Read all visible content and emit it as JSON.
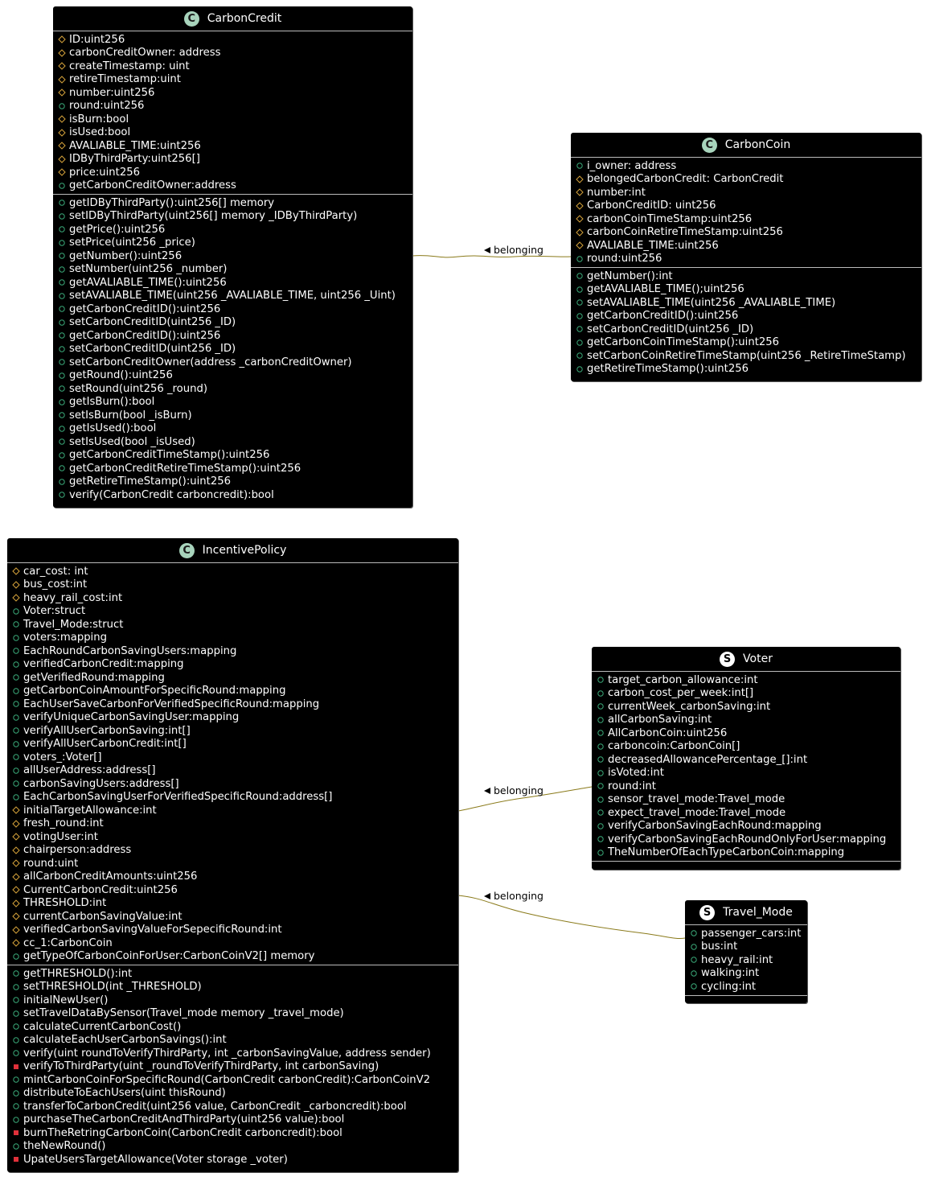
{
  "relation_label": "belonging",
  "classes": {
    "carbon_credit": {
      "name": "CarbonCredit",
      "stereotype": "C",
      "fields": [
        {
          "v": "protected",
          "t": "ID:uint256"
        },
        {
          "v": "protected",
          "t": "carbonCreditOwner: address"
        },
        {
          "v": "protected",
          "t": "createTimestamp: uint"
        },
        {
          "v": "protected",
          "t": "retireTimestamp:uint"
        },
        {
          "v": "protected",
          "t": "number:uint256"
        },
        {
          "v": "public",
          "t": "round:uint256"
        },
        {
          "v": "protected",
          "t": "isBurn:bool"
        },
        {
          "v": "protected",
          "t": "isUsed:bool"
        },
        {
          "v": "protected",
          "t": "AVALIABLE_TIME:uint256"
        },
        {
          "v": "protected",
          "t": "IDByThirdParty:uint256[]"
        },
        {
          "v": "protected",
          "t": "price:uint256"
        },
        {
          "v": "public",
          "t": "getCarbonCreditOwner:address"
        }
      ],
      "methods": [
        {
          "v": "public",
          "t": "getIDByThirdParty():uint256[] memory"
        },
        {
          "v": "public",
          "t": "setIDByThirdParty(uint256[] memory _IDByThirdParty)"
        },
        {
          "v": "public",
          "t": "getPrice():uint256"
        },
        {
          "v": "public",
          "t": "setPrice(uint256 _price)"
        },
        {
          "v": "public",
          "t": "getNumber():uint256"
        },
        {
          "v": "public",
          "t": "setNumber(uint256 _number)"
        },
        {
          "v": "public",
          "t": "getAVALIABLE_TIME():uint256"
        },
        {
          "v": "public",
          "t": "setAVALIABLE_TIME(uint256 _AVALIABLE_TIME, uint256 _Uint)"
        },
        {
          "v": "public",
          "t": "getCarbonCreditID():uint256"
        },
        {
          "v": "public",
          "t": "setCarbonCreditID(uint256 _ID)"
        },
        {
          "v": "public",
          "t": "getCarbonCreditID():uint256"
        },
        {
          "v": "public",
          "t": "setCarbonCreditID(uint256 _ID)"
        },
        {
          "v": "public",
          "t": "setCarbonCreditOwner(address _carbonCreditOwner)"
        },
        {
          "v": "public",
          "t": "getRound():uint256"
        },
        {
          "v": "public",
          "t": "setRound(uint256 _round)"
        },
        {
          "v": "public",
          "t": "getIsBurn():bool"
        },
        {
          "v": "public",
          "t": "setIsBurn(bool _isBurn)"
        },
        {
          "v": "public",
          "t": "getIsUsed():bool"
        },
        {
          "v": "public",
          "t": "setIsUsed(bool _isUsed)"
        },
        {
          "v": "public",
          "t": "getCarbonCreditTimeStamp():uint256"
        },
        {
          "v": "public",
          "t": "getCarbonCreditRetireTimeStamp():uint256"
        },
        {
          "v": "public",
          "t": "getRetireTimeStamp():uint256"
        },
        {
          "v": "public",
          "t": "verify(CarbonCredit carboncredit):bool"
        }
      ]
    },
    "carbon_coin": {
      "name": "CarbonCoin",
      "stereotype": "C",
      "fields": [
        {
          "v": "public",
          "t": "i_owner: address"
        },
        {
          "v": "protected",
          "t": "belongedCarbonCredit: CarbonCredit"
        },
        {
          "v": "protected",
          "t": "number:int"
        },
        {
          "v": "protected",
          "t": "CarbonCreditID: uint256"
        },
        {
          "v": "protected",
          "t": "carbonCoinTimeStamp:uint256"
        },
        {
          "v": "protected",
          "t": "carbonCoinRetireTimeStamp:uint256"
        },
        {
          "v": "protected",
          "t": "AVALIABLE_TIME:uint256"
        },
        {
          "v": "public",
          "t": "round:uint256"
        }
      ],
      "methods": [
        {
          "v": "public",
          "t": "getNumber():int"
        },
        {
          "v": "public",
          "t": "getAVALIABLE_TIME();uint256"
        },
        {
          "v": "public",
          "t": "setAVALIABLE_TIME(uint256 _AVALIABLE_TIME)"
        },
        {
          "v": "public",
          "t": "getCarbonCreditID():uint256"
        },
        {
          "v": "public",
          "t": "setCarbonCreditID(uint256 _ID)"
        },
        {
          "v": "public",
          "t": "getCarbonCoinTimeStamp():uint256"
        },
        {
          "v": "public",
          "t": "setCarbonCoinRetireTimeStamp(uint256 _RetireTimeStamp)"
        },
        {
          "v": "public",
          "t": "getRetireTimeStamp():uint256"
        }
      ]
    },
    "incentive_policy": {
      "name": "IncentivePolicy",
      "stereotype": "C",
      "fields": [
        {
          "v": "protected",
          "t": "car_cost: int"
        },
        {
          "v": "protected",
          "t": "bus_cost:int"
        },
        {
          "v": "protected",
          "t": "heavy_rail_cost:int"
        },
        {
          "v": "public",
          "t": "Voter:struct"
        },
        {
          "v": "public",
          "t": "Travel_Mode:struct"
        },
        {
          "v": "public",
          "t": "voters:mapping"
        },
        {
          "v": "public",
          "t": "EachRoundCarbonSavingUsers:mapping"
        },
        {
          "v": "public",
          "t": "verifiedCarbonCredit:mapping"
        },
        {
          "v": "public",
          "t": "getVerifiedRound:mapping"
        },
        {
          "v": "public",
          "t": "getCarbonCoinAmountForSpecificRound:mapping"
        },
        {
          "v": "public",
          "t": "EachUserSaveCarbonForVerifiedSpecificRound:mapping"
        },
        {
          "v": "public",
          "t": "verifyUniqueCarbonSavingUser:mapping"
        },
        {
          "v": "public",
          "t": "verifyAllUserCarbonSaving:int[]"
        },
        {
          "v": "public",
          "t": "verifyAllUserCarbonCredit:int[]"
        },
        {
          "v": "public",
          "t": "voters_:Voter[]"
        },
        {
          "v": "public",
          "t": "allUserAddress:address[]"
        },
        {
          "v": "public",
          "t": "carbonSavingUsers:address[]"
        },
        {
          "v": "public",
          "t": "EachCarbonSavingUserForVerifiedSpecificRound:address[]"
        },
        {
          "v": "protected",
          "t": "initialTargetAllowance:int"
        },
        {
          "v": "protected",
          "t": "fresh_round:int"
        },
        {
          "v": "protected",
          "t": "votingUser:int"
        },
        {
          "v": "protected",
          "t": "chairperson:address"
        },
        {
          "v": "protected",
          "t": "round:uint"
        },
        {
          "v": "protected",
          "t": "allCarbonCreditAmounts:uint256"
        },
        {
          "v": "protected",
          "t": "CurrentCarbonCredit:uint256"
        },
        {
          "v": "protected",
          "t": "THRESHOLD:int"
        },
        {
          "v": "protected",
          "t": "currentCarbonSavingValue:int"
        },
        {
          "v": "protected",
          "t": "verifiedCarbonSavingValueForSepecificRound:int"
        },
        {
          "v": "protected",
          "t": "cc_1:CarbonCoin"
        },
        {
          "v": "public",
          "t": "getTypeOfCarbonCoinForUser:CarbonCoinV2[] memory"
        }
      ],
      "methods": [
        {
          "v": "public",
          "t": "getTHRESHOLD():int"
        },
        {
          "v": "public",
          "t": "setTHRESHOLD(int _THRESHOLD)"
        },
        {
          "v": "public",
          "t": "initialNewUser()"
        },
        {
          "v": "public",
          "t": "setTravelDataBySensor(Travel_mode memory _travel_mode)"
        },
        {
          "v": "public",
          "t": "calculateCurrentCarbonCost()"
        },
        {
          "v": "public",
          "t": "calculateEachUserCarbonSavings():int"
        },
        {
          "v": "public",
          "t": "verify(uint roundToVerifyThirdParty, int _carbonSavingValue, address sender)"
        },
        {
          "v": "private",
          "t": "verifyToThirdParty(uint _roundToVerifyThirdParty, int carbonSaving)"
        },
        {
          "v": "public",
          "t": "mintCarbonCoinForSpecificRound(CarbonCredit carbonCredit):CarbonCoinV2"
        },
        {
          "v": "public",
          "t": "distributeToEachUsers(uint thisRound)"
        },
        {
          "v": "public",
          "t": "transferToCarbonCredit(uint256 value, CarbonCredit _carboncredit):bool"
        },
        {
          "v": "public",
          "t": "purchaseTheCarbonCreditAndThirdParty(uint256 value):bool"
        },
        {
          "v": "private",
          "t": "burnTheRetringCarbonCoin(CarbonCredit carboncredit):bool"
        },
        {
          "v": "public",
          "t": "theNewRound()"
        },
        {
          "v": "private",
          "t": "UpateUsersTargetAllowance(Voter storage _voter)"
        }
      ]
    },
    "voter": {
      "name": "Voter",
      "stereotype": "S",
      "fields": [
        {
          "v": "public",
          "t": "target_carbon_allowance:int"
        },
        {
          "v": "public",
          "t": "carbon_cost_per_week:int[]"
        },
        {
          "v": "public",
          "t": "currentWeek_carbonSaving:int"
        },
        {
          "v": "public",
          "t": "allCarbonSaving:int"
        },
        {
          "v": "public",
          "t": "AllCarbonCoin:uint256"
        },
        {
          "v": "public",
          "t": "carboncoin:CarbonCoin[]"
        },
        {
          "v": "public",
          "t": "decreasedAllowancePercentage_[]:int"
        },
        {
          "v": "public",
          "t": "isVoted:int"
        },
        {
          "v": "public",
          "t": "round:int"
        },
        {
          "v": "public",
          "t": "sensor_travel_mode:Travel_mode"
        },
        {
          "v": "public",
          "t": "expect_travel_mode:Travel_mode"
        },
        {
          "v": "public",
          "t": "verifyCarbonSavingEachRound:mapping"
        },
        {
          "v": "public",
          "t": "verifyCarbonSavingEachRoundOnlyForUser:mapping"
        },
        {
          "v": "public",
          "t": "TheNumberOfEachTypeCarbonCoin:mapping"
        }
      ],
      "methods": []
    },
    "travel_mode": {
      "name": "Travel_Mode",
      "stereotype": "S",
      "fields": [
        {
          "v": "public",
          "t": "passenger_cars:int"
        },
        {
          "v": "public",
          "t": "bus:int"
        },
        {
          "v": "public",
          "t": "heavy_rail:int"
        },
        {
          "v": "public",
          "t": "walking:int"
        },
        {
          "v": "public",
          "t": "cycling:int"
        }
      ],
      "methods": []
    }
  }
}
